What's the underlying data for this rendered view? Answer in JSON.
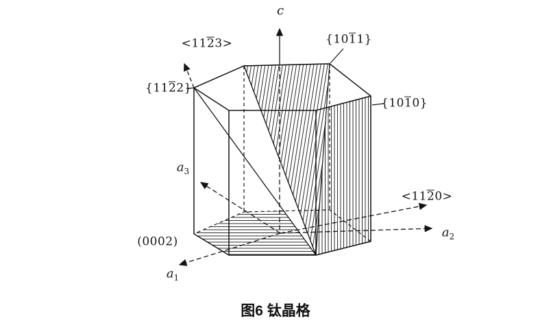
{
  "colors": {
    "ink": "#141414",
    "background": "#ffffff"
  },
  "figure": {
    "caption": "图6 钛晶格"
  },
  "axes": {
    "c": "c",
    "a1": {
      "base": "a",
      "sub": "1"
    },
    "a2": {
      "base": "a",
      "sub": "2"
    },
    "a3": {
      "base": "a",
      "sub": "3"
    }
  },
  "miller_labels": {
    "dir_1123": {
      "pre": "<11",
      "bar": "2",
      "post": "3>"
    },
    "plane_1011": {
      "pre": "{10",
      "bar": "1",
      "post": "1}"
    },
    "plane_1122": {
      "pre": "{11",
      "bar": "2",
      "post": "2}"
    },
    "plane_1010": {
      "pre": "{10",
      "bar": "1",
      "post": "0}"
    },
    "dir_1120": {
      "pre": "<11",
      "bar": "2",
      "post": "0>"
    },
    "plane_0002": "(0002)"
  }
}
